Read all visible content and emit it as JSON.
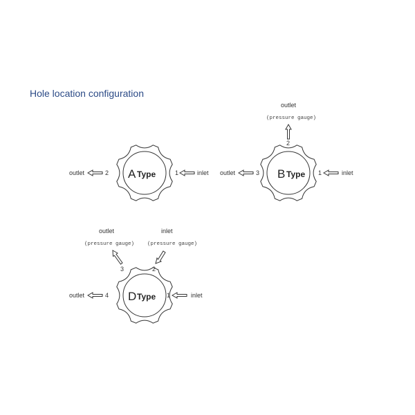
{
  "title": "Hole location configuration",
  "types": {
    "A": {
      "letter": "A",
      "suffix": "Type",
      "left_label": "outlet",
      "left_num": "2",
      "right_num": "1",
      "right_label": "inlet"
    },
    "B": {
      "letter": "B",
      "suffix": "Type",
      "left_label": "outlet",
      "left_num": "3",
      "right_num": "1",
      "right_label": "inlet",
      "top_num": "2",
      "top_label": "outlet",
      "top_sub": "(pressure gauge)"
    },
    "D": {
      "letter": "D",
      "suffix": "Type",
      "left_label": "outlet",
      "left_num": "4",
      "right_num": "1",
      "right_label": "inlet",
      "ul_num": "3",
      "ul_label": "outlet",
      "ul_sub": "(pressure gauge)",
      "ur_num": "2",
      "ur_label": "inlet",
      "ur_sub": "(pressure gauge)"
    }
  }
}
